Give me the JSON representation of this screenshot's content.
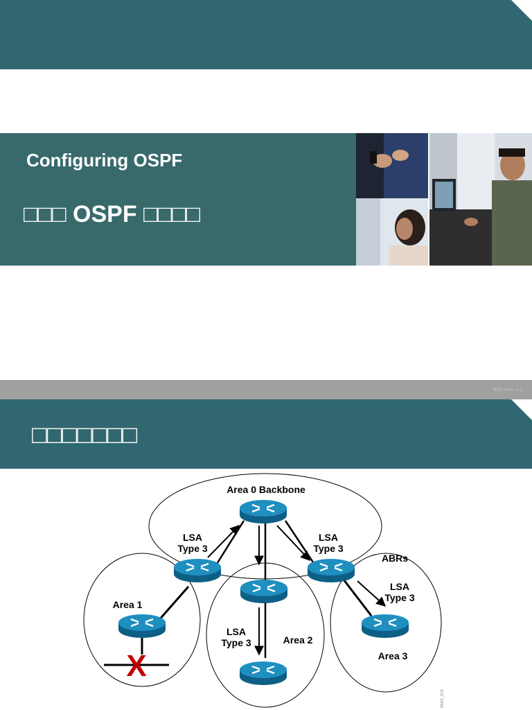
{
  "slide1": {
    "subtitle": "Configuring OSPF",
    "title": "□□□ OSPF □□□□",
    "photo_collage": "business-people-photo-collage"
  },
  "footer": {
    "text": "BSCI v3.0—4-1"
  },
  "slide2": {
    "title": "□□□□□□□",
    "diagram": {
      "labels": {
        "area0": "Area 0 Backbone",
        "abrs": "ABRs",
        "area1": "Area 1",
        "area2": "Area 2",
        "area3": "Area 3",
        "lsa_left": [
          "LSA",
          "Type 3"
        ],
        "lsa_right": [
          "LSA",
          "Type 3"
        ],
        "lsa_bottom": [
          "LSA",
          "Type 3"
        ],
        "lsa_area3": [
          "LSA",
          "Type 3"
        ],
        "figure_code": "0643_214"
      },
      "failure_mark": "X",
      "colors": {
        "router": "#1f8fc0",
        "router_dark": "#0e5f86",
        "failure": "#c00000",
        "banner": "#316770"
      }
    }
  }
}
